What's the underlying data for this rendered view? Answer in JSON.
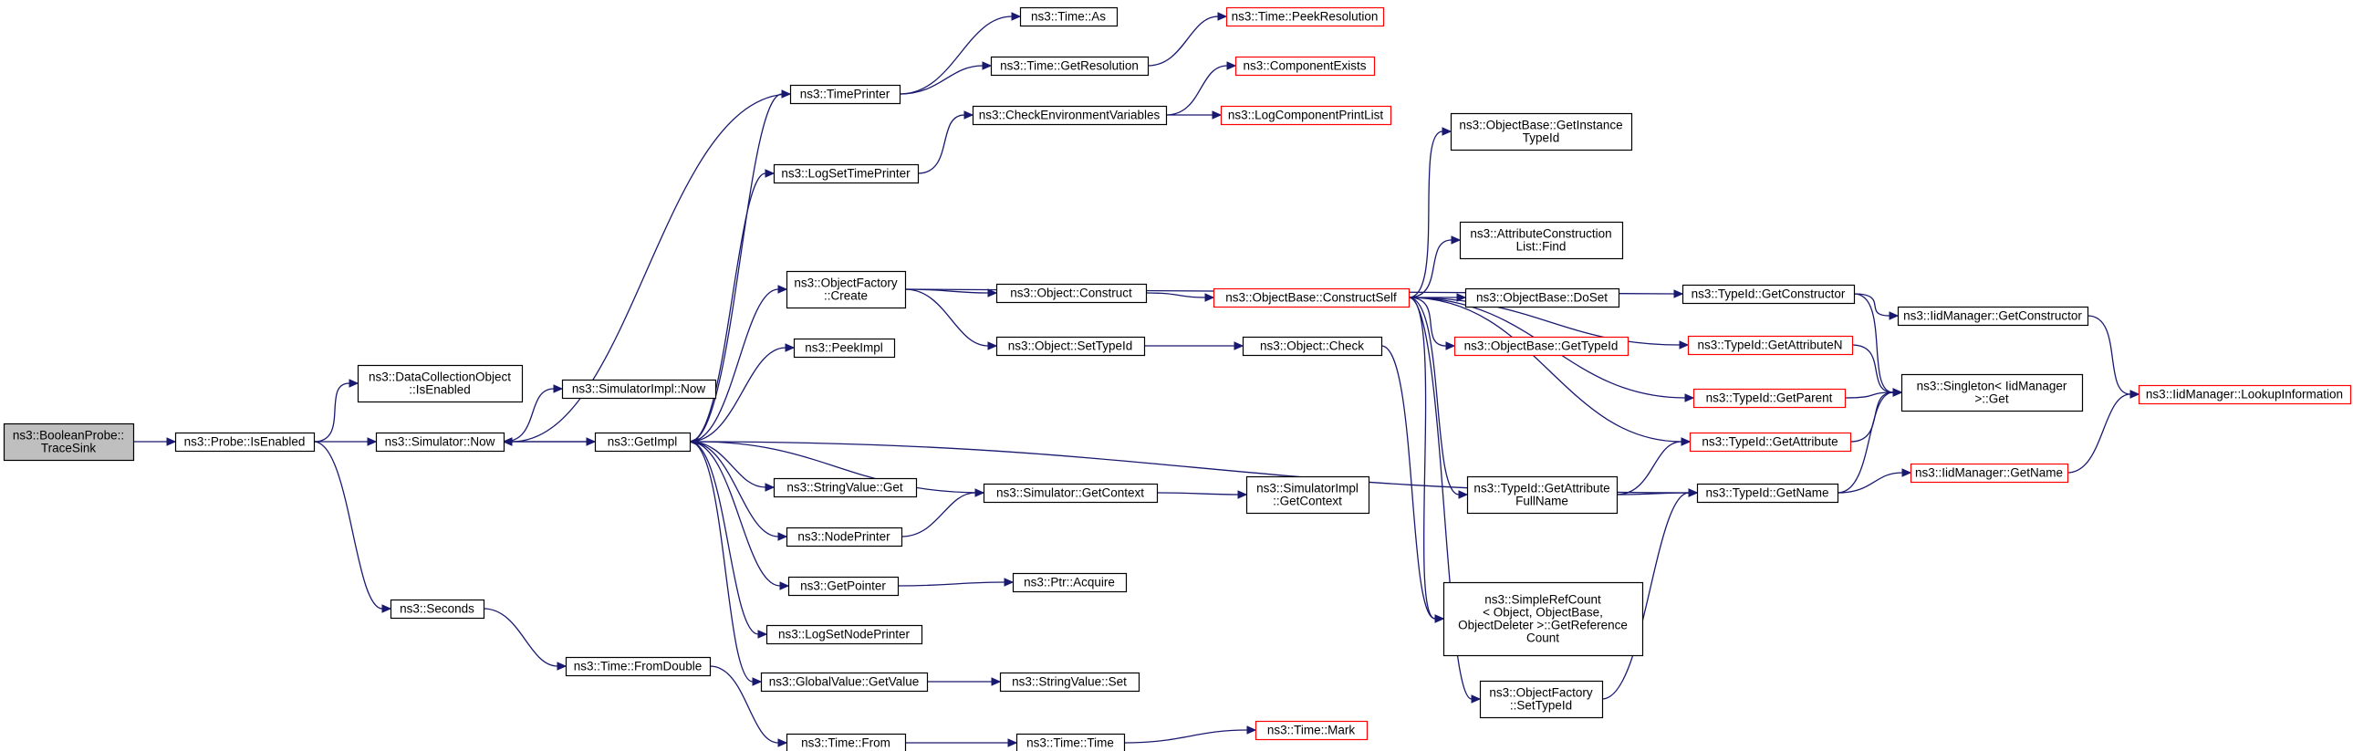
{
  "graph": {
    "edge_color": "#191970",
    "default_border": "#000000",
    "missing_border": "#ff0000",
    "root_fill": "#bfbfbf",
    "nodes": [
      {
        "id": "root",
        "lines": [
          "ns3::BooleanProbe::",
          "TraceSink"
        ],
        "root": true
      },
      {
        "id": "probe",
        "lines": [
          "ns3::Probe::IsEnabled"
        ]
      },
      {
        "id": "dco",
        "lines": [
          "ns3::DataCollectionObject",
          "::IsEnabled"
        ]
      },
      {
        "id": "simnow",
        "lines": [
          "ns3::Simulator::Now"
        ]
      },
      {
        "id": "seconds",
        "lines": [
          "ns3::Seconds"
        ]
      },
      {
        "id": "simimplnow",
        "lines": [
          "ns3::SimulatorImpl::Now"
        ]
      },
      {
        "id": "getimpl",
        "lines": [
          "ns3::GetImpl"
        ]
      },
      {
        "id": "fromdouble",
        "lines": [
          "ns3::Time::FromDouble"
        ]
      },
      {
        "id": "timeprinter",
        "lines": [
          "ns3::TimePrinter"
        ]
      },
      {
        "id": "logsettime",
        "lines": [
          "ns3::LogSetTimePrinter"
        ]
      },
      {
        "id": "ofcreate",
        "lines": [
          "ns3::ObjectFactory",
          "::Create"
        ]
      },
      {
        "id": "peekimpl",
        "lines": [
          "ns3::PeekImpl"
        ]
      },
      {
        "id": "strget",
        "lines": [
          "ns3::StringValue::Get"
        ]
      },
      {
        "id": "nodeprinter",
        "lines": [
          "ns3::NodePrinter"
        ]
      },
      {
        "id": "getpointer",
        "lines": [
          "ns3::GetPointer"
        ]
      },
      {
        "id": "logsetnode",
        "lines": [
          "ns3::LogSetNodePrinter"
        ]
      },
      {
        "id": "gvget",
        "lines": [
          "ns3::GlobalValue::GetValue"
        ]
      },
      {
        "id": "timefrom",
        "lines": [
          "ns3::Time::From"
        ]
      },
      {
        "id": "timeas",
        "lines": [
          "ns3::Time::As"
        ]
      },
      {
        "id": "getres",
        "lines": [
          "ns3::Time::GetResolution"
        ]
      },
      {
        "id": "checkenv",
        "lines": [
          "ns3::CheckEnvironmentVariables"
        ]
      },
      {
        "id": "objconstruct",
        "lines": [
          "ns3::Object::Construct"
        ]
      },
      {
        "id": "objsettid",
        "lines": [
          "ns3::Object::SetTypeId"
        ]
      },
      {
        "id": "simgetctx",
        "lines": [
          "ns3::Simulator::GetContext"
        ]
      },
      {
        "id": "ptracq",
        "lines": [
          "ns3::Ptr::Acquire"
        ]
      },
      {
        "id": "strset",
        "lines": [
          "ns3::StringValue::Set"
        ]
      },
      {
        "id": "timetime",
        "lines": [
          "ns3::Time::Time"
        ]
      },
      {
        "id": "peekres",
        "lines": [
          "ns3::Time::PeekResolution"
        ],
        "missing": true
      },
      {
        "id": "compexists",
        "lines": [
          "ns3::ComponentExists"
        ],
        "missing": true
      },
      {
        "id": "logcomp",
        "lines": [
          "ns3::LogComponentPrintList"
        ],
        "missing": true
      },
      {
        "id": "constructself",
        "lines": [
          "ns3::ObjectBase::ConstructSelf"
        ],
        "missing": true
      },
      {
        "id": "objcheck",
        "lines": [
          "ns3::Object::Check"
        ]
      },
      {
        "id": "simimplctx",
        "lines": [
          "ns3::SimulatorImpl",
          "::GetContext"
        ]
      },
      {
        "id": "timemark",
        "lines": [
          "ns3::Time::Mark"
        ],
        "missing": true
      },
      {
        "id": "getinstance",
        "lines": [
          "ns3::ObjectBase::GetInstance",
          "TypeId"
        ]
      },
      {
        "id": "acfind",
        "lines": [
          "ns3::AttributeConstruction",
          "List::Find"
        ]
      },
      {
        "id": "doset",
        "lines": [
          "ns3::ObjectBase::DoSet"
        ]
      },
      {
        "id": "obgettid",
        "lines": [
          "ns3::ObjectBase::GetTypeId"
        ],
        "missing": true
      },
      {
        "id": "attrfull",
        "lines": [
          "ns3::TypeId::GetAttribute",
          "FullName"
        ]
      },
      {
        "id": "simplerc",
        "lines": [
          "ns3::SimpleRefCount",
          "< Object, ObjectBase,",
          "ObjectDeleter >::GetReference",
          "Count"
        ]
      },
      {
        "id": "ofsettid",
        "lines": [
          "ns3::ObjectFactory",
          "::SetTypeId"
        ]
      },
      {
        "id": "getctor",
        "lines": [
          "ns3::TypeId::GetConstructor"
        ]
      },
      {
        "id": "getattrn",
        "lines": [
          "ns3::TypeId::GetAttributeN"
        ],
        "missing": true
      },
      {
        "id": "getparent",
        "lines": [
          "ns3::TypeId::GetParent"
        ],
        "missing": true
      },
      {
        "id": "getattr",
        "lines": [
          "ns3::TypeId::GetAttribute"
        ],
        "missing": true
      },
      {
        "id": "getname",
        "lines": [
          "ns3::TypeId::GetName"
        ]
      },
      {
        "id": "iidgetctor",
        "lines": [
          "ns3::IidManager::GetConstructor"
        ]
      },
      {
        "id": "singleton",
        "lines": [
          "ns3::Singleton< IidManager",
          "  >::Get"
        ]
      },
      {
        "id": "iidgetname",
        "lines": [
          "ns3::IidManager::GetName"
        ],
        "missing": true
      },
      {
        "id": "lookup",
        "lines": [
          "ns3::IidManager::LookupInformation"
        ],
        "missing": true
      }
    ]
  }
}
